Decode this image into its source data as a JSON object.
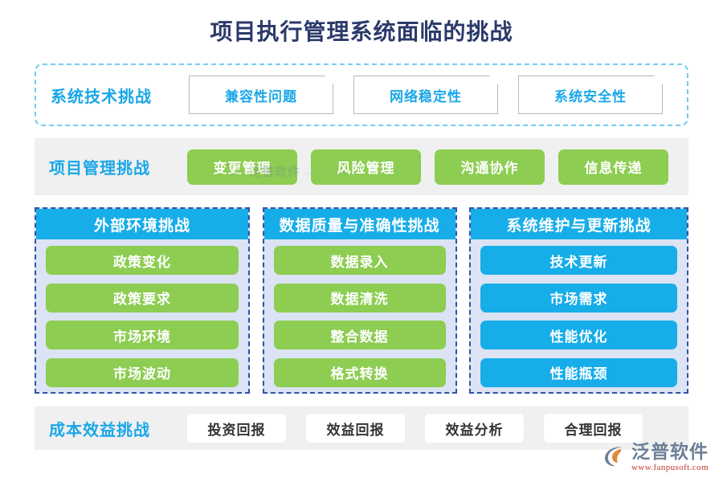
{
  "title": "项目执行管理系统面临的挑战",
  "colors": {
    "title": "#2b3a6b",
    "blue": "#16ade9",
    "green": "#8dcd52",
    "panel_bg": "#dce3f4",
    "band_bg": "#f0f0f0",
    "dashed_blue": "#2f54a8",
    "dashed_light": "#74cdf2"
  },
  "tech_row": {
    "label": "系统技术挑战",
    "items": [
      {
        "label": "兼容性问题"
      },
      {
        "label": "网络稳定性"
      },
      {
        "label": "系统安全性"
      }
    ]
  },
  "pm_row": {
    "label": "项目管理挑战",
    "items": [
      {
        "label": "变更管理"
      },
      {
        "label": "风险管理"
      },
      {
        "label": "沟通协作"
      },
      {
        "label": "信息传递"
      }
    ]
  },
  "columns": [
    {
      "header": "外部环境挑战",
      "style": "green",
      "items": [
        {
          "label": "政策变化"
        },
        {
          "label": "政策要求"
        },
        {
          "label": "市场环境"
        },
        {
          "label": "市场波动"
        }
      ]
    },
    {
      "header": "数据质量与准确性挑战",
      "style": "green",
      "items": [
        {
          "label": "数据录入"
        },
        {
          "label": "数据清洗"
        },
        {
          "label": "整合数据"
        },
        {
          "label": "格式转换"
        }
      ]
    },
    {
      "header": "系统维护与更新挑战",
      "style": "blue",
      "items": [
        {
          "label": "技术更新"
        },
        {
          "label": "市场需求"
        },
        {
          "label": "性能优化"
        },
        {
          "label": "性能瓶颈"
        }
      ]
    }
  ],
  "cost_row": {
    "label": "成本效益挑战",
    "items": [
      {
        "label": "投资回报"
      },
      {
        "label": "效益回报"
      },
      {
        "label": "效益分析"
      },
      {
        "label": "合理回报"
      }
    ]
  },
  "watermark": {
    "text": "泛普软件",
    "sub": "FANPU SOFTWARE"
  },
  "logo": {
    "text": "泛普软件",
    "url": "www.fanpusoft.com"
  }
}
